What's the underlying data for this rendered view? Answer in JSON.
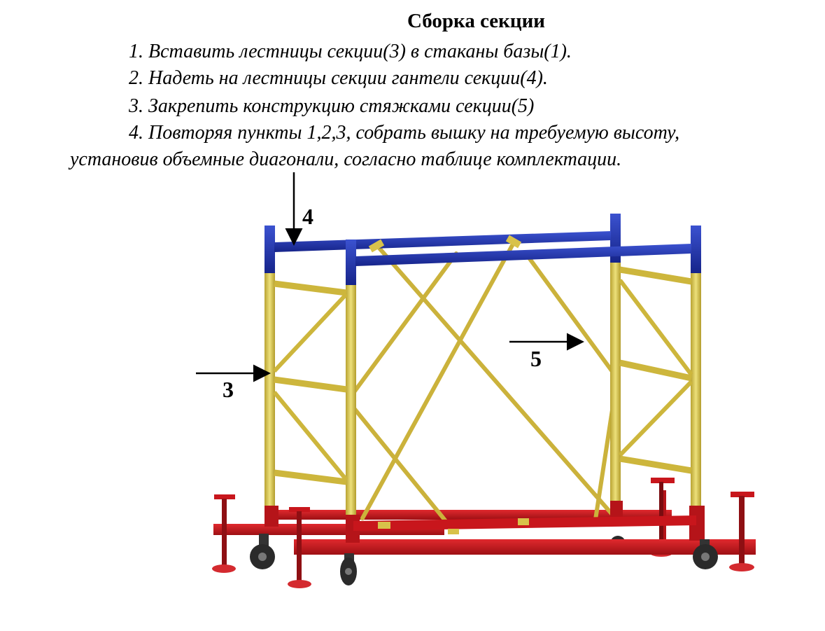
{
  "title": "Сборка секции",
  "steps": [
    "1. Вставить лестницы секции(3) в стаканы базы(1).",
    "2. Надеть на лестницы секции  гантели секции(4).",
    "3. Закрепить конструкцию стяжками секции(5)",
    "4. Повторяя пункты 1,2,3, собрать вышку на требуемую высоту,",
    "установив объемные диагонали, согласно таблице комплектации."
  ],
  "callouts": {
    "dumbbell": "4",
    "ladder": "3",
    "brace": "5"
  },
  "colors": {
    "ladder": "#d8c24a",
    "dumbbell": "#1f33a8",
    "base": "#c8161c",
    "wheel": "#2a2a2a"
  }
}
